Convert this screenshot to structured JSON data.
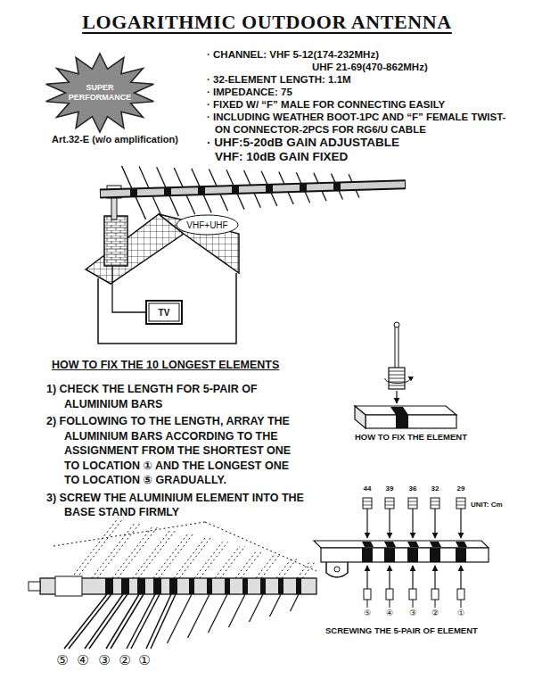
{
  "diagram": {
    "title": "LOGARITHMIC OUTDOOR ANTENNA",
    "nodes": [
      {
        "text": [
          "SUPER PERFORMANCE"
        ]
      },
      {
        "text": [
          "VHF+UHF"
        ]
      },
      {
        "text": [
          "TV"
        ]
      }
    ],
    "labels": [
      "Art.32-E (w/o amplification)",
      "· CHANNEL: VHF 5-12(174-232MHz)",
      "UHF 21-69(470-862MHz)",
      "· 32-ELEMENT LENGTH: 1.1M",
      "· IMPEDANCE: 75",
      "· FIXED W/ “F” MALE FOR CONNECTING EASILY",
      "· INCLUDING WEATHER BOOT-1PC AND “F” FEMALE TWIST-ON CONNECTOR-2PCS FOR RG6/U CABLE",
      "· UHF:5-20dB GAIN ADJUSTABLE",
      "VHF: 10dB GAIN FIXED",
      "HOW TO FIX THE 10 LONGEST ELEMENTS",
      "1) CHECK THE LENGTH FOR 5-PAIR OF ALUMINIUM BARS",
      "2) FOLLOWING TO THE LENGTH, ARRAY THE ALUMINIUM BARS ACCORDING TO THE ASSIGNMENT FROM THE SHORTEST ONE TO LOCATION ① AND THE LONGEST ONE TO LOCATION ⑤ GRADUALLY.",
      "3) SCREW THE ALUMINIUM ELEMENT INTO THE BASE STAND FIRMLY",
      "HOW TO FIX THE ELEMENT",
      "44",
      "39",
      "36",
      "32",
      "29",
      "UNIT: Cm",
      "⑤",
      "④",
      "③",
      "②",
      "①",
      "SCREWING THE 5-PAIR OF ELEMENT",
      "⑤",
      "④",
      "③",
      "②",
      "①"
    ]
  }
}
